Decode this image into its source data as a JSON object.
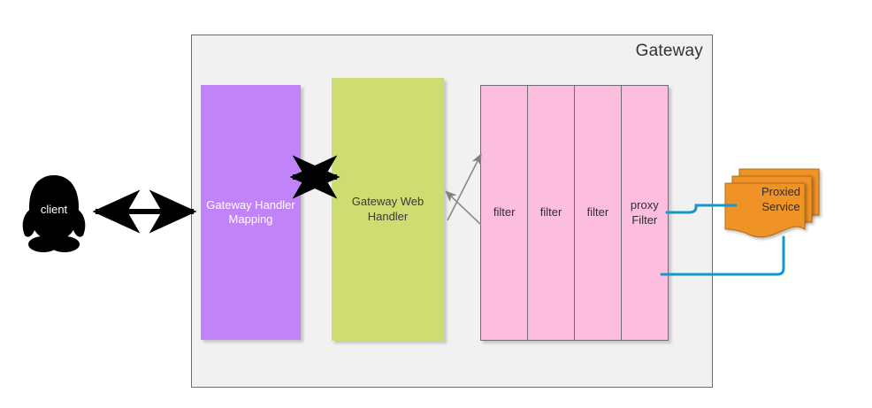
{
  "diagram": {
    "title": "Gateway",
    "background": "#ffffff"
  },
  "container": {
    "label": "Gateway",
    "fill": "#f1f1f1",
    "stroke": "#6e6e6e"
  },
  "client": {
    "label": "client",
    "icon": "penguin-icon",
    "fill": "#000000",
    "text_color": "#ffffff"
  },
  "nodes": {
    "handler_mapping": {
      "label": "Gateway Handler Mapping",
      "line1": "Gateway Handler",
      "line2": "Mapping",
      "fill": "#c184f8",
      "text_color": "#ffffff"
    },
    "web_handler": {
      "label": "Gateway Web Handler",
      "line1": "Gateway Web",
      "line2": "Handler",
      "fill": "#cedc72",
      "text_color": "#3a3a3a"
    }
  },
  "filters": {
    "fill": "#fcbddf",
    "stroke": "#6e6e6e",
    "cells": [
      {
        "label": "filter",
        "line1": "filter",
        "line2": ""
      },
      {
        "label": "filter",
        "line1": "filter",
        "line2": ""
      },
      {
        "label": "filter",
        "line1": "filter",
        "line2": ""
      },
      {
        "label": "proxy Filter",
        "line1": "proxy",
        "line2": "Filter"
      }
    ]
  },
  "proxied_service": {
    "label": "Proxied Service",
    "line1": "Proxied",
    "line2": "Service",
    "fill": "#ef9327",
    "stroke": "#b26a18",
    "text_color": "#2e2e2e",
    "stack_count": 3
  },
  "connectors": {
    "client_to_mapping": {
      "name": "client-to-mapping-arrow",
      "style": "double-headed",
      "color": "#000000"
    },
    "mapping_to_web_handler": {
      "name": "mapping-to-web-handler-arrow",
      "style": "double-headed",
      "color": "#000000"
    },
    "web_handler_to_filters": {
      "name": "web-handler-to-filters-arrows",
      "style": "two-arrows",
      "color": "#808080"
    },
    "proxy_filter_to_service": {
      "name": "proxy-filter-to-service-line",
      "style": "stepped",
      "color": "#1398c9"
    },
    "service_to_gateway": {
      "name": "service-to-gateway-line",
      "style": "stepped",
      "color": "#1398c9"
    }
  }
}
